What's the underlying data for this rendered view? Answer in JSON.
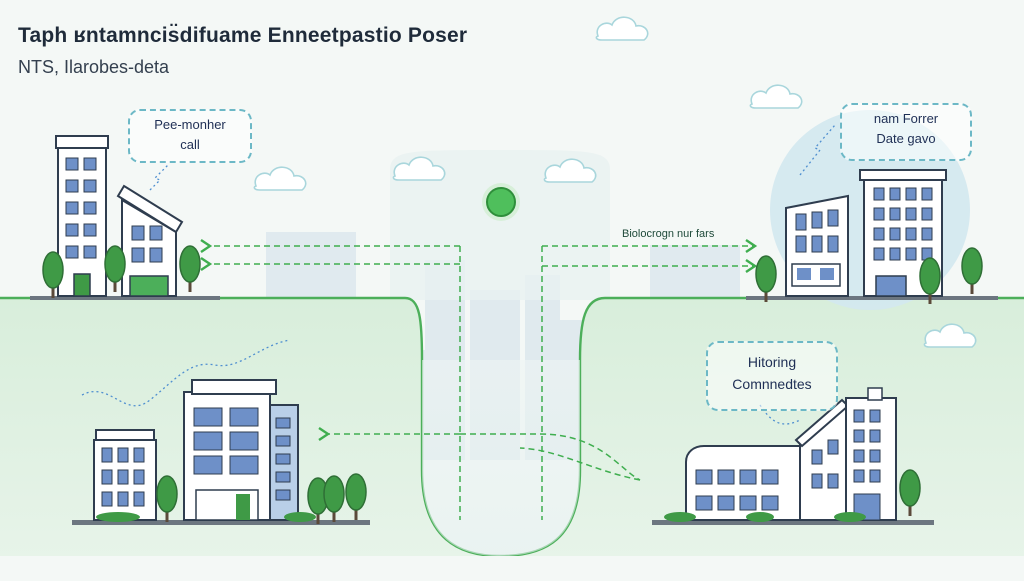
{
  "title": "Taph ʁntamncis̈difuame Enneetpastio Poser",
  "subtitle": "NTS, Ilarobes-deta",
  "callouts": {
    "top_left": {
      "line1": "Pee-monher",
      "line2": "call"
    },
    "top_right": {
      "line1": "nam Forrer",
      "line2": "Date gavo"
    },
    "bottom_right": {
      "line1": "Hitoring",
      "line2": "Comnnedtes"
    }
  },
  "connection_label": "Biolocrogn nur fars",
  "colors": {
    "ground_green": "#d6ecd9",
    "curve_green": "#4caf5a",
    "arrow_green": "#3fae4f",
    "sky": "#f4f8f6",
    "building_blue": "#6e90c8",
    "tree_green": "#3f9a46"
  },
  "icons": [
    "cloud-icon",
    "signal-node-icon",
    "tree-icon",
    "building-icon"
  ]
}
